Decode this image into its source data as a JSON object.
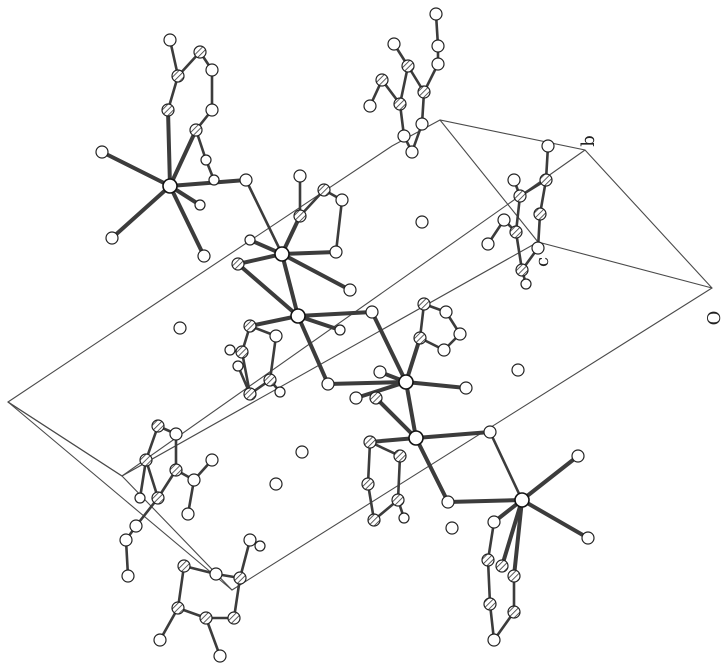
{
  "figure": {
    "axis_labels": [
      {
        "id": "b",
        "text": "b",
        "rotate": -90
      },
      {
        "id": "c",
        "text": "c",
        "rotate": -90
      },
      {
        "id": "o",
        "text": "O",
        "rotate": -90
      }
    ],
    "colors": {
      "bond": "#3c3c3c",
      "cell": "#4a4a4a",
      "atom_fill": "#ffffff",
      "atom_stroke": "#222222"
    }
  }
}
